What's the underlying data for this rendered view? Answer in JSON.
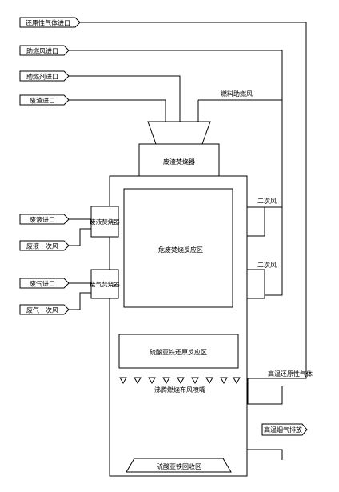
{
  "inlets": {
    "reducing_gas": "还原性气体进口",
    "aux_air": "助燃风进口",
    "aux_fuel": "助燃剂进口",
    "waste_solid": "废渣进口",
    "waste_liquid": "废液进口",
    "liquid_primary_air": "废液一次风",
    "waste_gas": "废气进口",
    "gas_primary_air": "废气一次风"
  },
  "labels": {
    "fuel_air": "燃料助燃风",
    "residue_burner": "废渣焚烧器",
    "liquid_burner": "废液焚烧器",
    "gas_burner": "废气焚烧器",
    "reaction_zone": "危废焚烧反应区",
    "secondary_air_1": "二次风",
    "secondary_air_2": "二次风",
    "reduction_zone": "硫酸亚铁还原反应区",
    "reducing_gas_flow": "高温还原性气体",
    "nozzles": "沸腾燃烧布风喷嘴",
    "flue_gas_out": "高温烟气排放",
    "recovery_zone": "硫酸亚铁回收区"
  }
}
